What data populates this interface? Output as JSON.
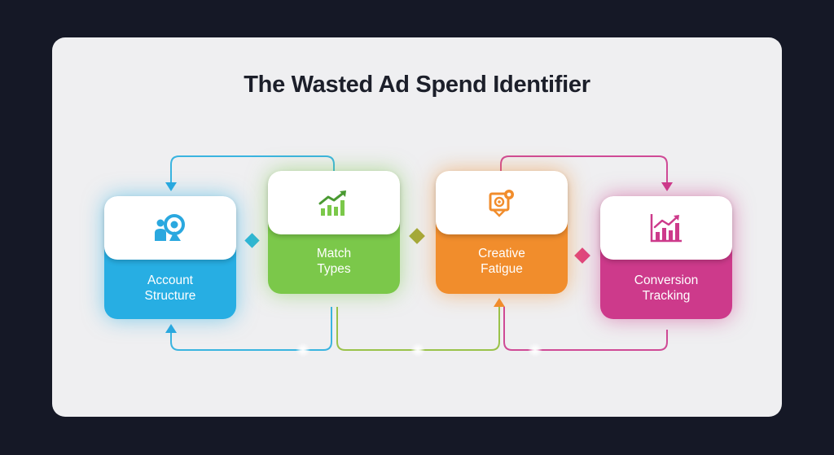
{
  "title": "The Wasted Ad Spend Identifier",
  "steps": [
    {
      "label_line1": "Account",
      "label_line2": "Structure",
      "icon": "user-target-icon",
      "color": "#27aee3"
    },
    {
      "label_line1": "Match",
      "label_line2": "Types",
      "icon": "growth-chart-icon",
      "color": "#7bc84a"
    },
    {
      "label_line1": "Creative",
      "label_line2": "Fatigue",
      "icon": "creative-asset-icon",
      "color": "#f18d2c"
    },
    {
      "label_line1": "Conversion",
      "label_line2": "Tracking",
      "icon": "bar-chart-arrow-icon",
      "color": "#cd3a8b"
    }
  ],
  "colors": {
    "background": "#151826",
    "panel": "#efeff1",
    "title": "#1c1f2a"
  }
}
